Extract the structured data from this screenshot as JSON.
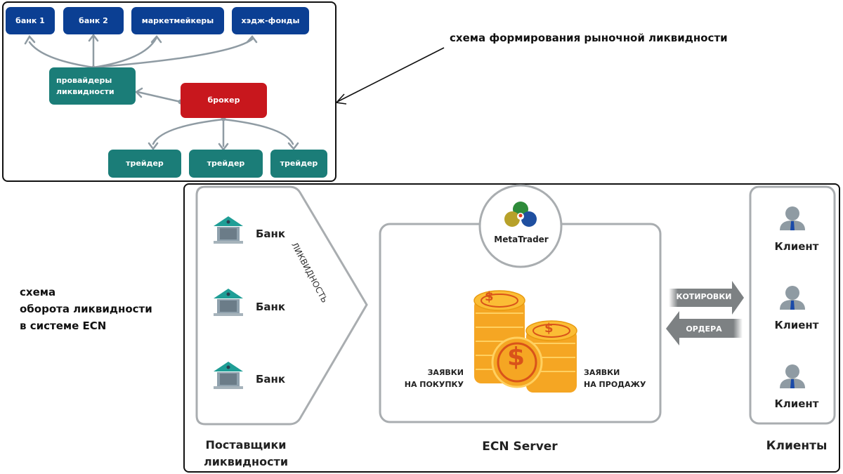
{
  "top_diagram": {
    "banks": [
      "банк 1",
      "банк 2",
      "маркетмейкеры",
      "хэдж-фонды"
    ],
    "providers": "провайдеры ликвидности",
    "broker": "брокер",
    "traders": [
      "трейдер",
      "трейдер",
      "трейдер"
    ],
    "colors": {
      "bank": "#0b3f93",
      "provider": "#1b7d78",
      "broker": "#c8171d",
      "trader": "#1b7d78",
      "connector": "#8f9ba3"
    }
  },
  "annotations": {
    "top_caption": "схема формирования рыночной ликвидности",
    "left_caption_lines": [
      "схема",
      "оборота ликвидности",
      "в системе ECN"
    ]
  },
  "ecn_diagram": {
    "providers": {
      "banks": [
        "Банк",
        "Банк",
        "Банк"
      ],
      "flow_label": "ЛИКВИДНОСТЬ",
      "title_lines": [
        "Поставщики",
        "ликвидности"
      ]
    },
    "server": {
      "platform": "MetaTrader",
      "buy_lines": [
        "ЗАЯВКИ",
        "НА ПОКУПКУ"
      ],
      "sell_lines": [
        "ЗАЯВКИ",
        "НА ПРОДАЖУ"
      ],
      "coin_symbol": "$",
      "title": "ECN Server"
    },
    "arrows": {
      "quotes": "КОТИРОВКИ",
      "orders": "ОРДЕРА"
    },
    "clients": {
      "items": [
        "Клиент",
        "Клиент",
        "Клиент"
      ],
      "title": "Клиенты"
    }
  }
}
